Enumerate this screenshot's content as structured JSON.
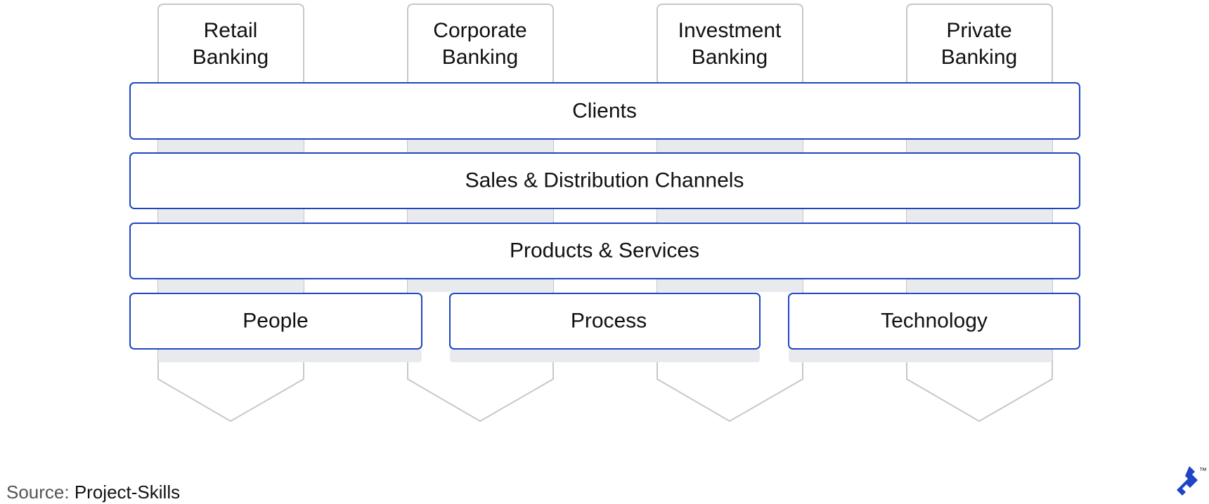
{
  "pillars": [
    {
      "line1": "Retail",
      "line2": "Banking"
    },
    {
      "line1": "Corporate",
      "line2": "Banking"
    },
    {
      "line1": "Investment",
      "line2": "Banking"
    },
    {
      "line1": "Private",
      "line2": "Banking"
    }
  ],
  "layers": {
    "clients": "Clients",
    "channels": "Sales & Distribution Channels",
    "products": "Products & Services"
  },
  "foundation": {
    "people": "People",
    "process": "Process",
    "technology": "Technology"
  },
  "source": {
    "label": "Source:",
    "value": "Project-Skills"
  },
  "logo": {
    "icon": "toptal-logo-icon",
    "trademark": "™"
  },
  "colors": {
    "accent_blue": "#1f45c4",
    "pillar_border": "#c8c8c8",
    "shadow": "#e9eaed"
  }
}
